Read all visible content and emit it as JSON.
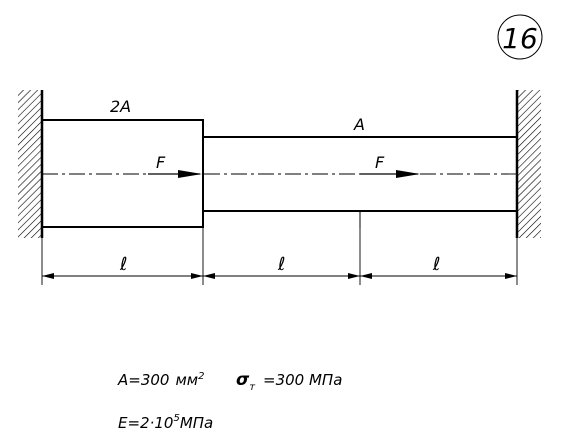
{
  "problem_number": "16",
  "labels": {
    "area_left": "2A",
    "area_right": "A",
    "force_1": "F",
    "force_2": "F",
    "length_1": "ℓ",
    "length_2": "ℓ",
    "length_3": "ℓ"
  },
  "given": {
    "area": "A=300",
    "area_unit": "мм",
    "area_exp": "2",
    "stress_symbol": "σ",
    "stress_sub": "т",
    "stress_value": "=300  МПа",
    "modulus_a": "E=2·10",
    "modulus_exp": "5",
    "modulus_unit": "МПа"
  }
}
